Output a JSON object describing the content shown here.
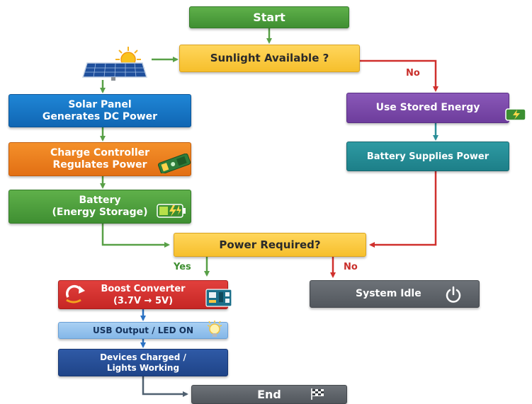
{
  "nodes": {
    "start": "Start",
    "sunlight": "Sunlight Available ?",
    "solar_panel": [
      "Solar Panel",
      "Generates DC Power"
    ],
    "charge_controller": [
      "Charge Controller",
      "Regulates Power"
    ],
    "battery": [
      "Battery",
      "(Energy Storage)"
    ],
    "use_stored": "Use Stored Energy",
    "battery_supplies": "Battery Supplies Power",
    "power_required": "Power Required?",
    "boost_converter": [
      "Boost Converter",
      "(3.7V → 5V)"
    ],
    "system_idle": "System Idle",
    "usb_output": "USB Output / LED ON",
    "devices_charged": [
      "Devices Charged /",
      "Lights Working"
    ],
    "end": "End"
  },
  "labels": {
    "sunlight_no": "No",
    "power_yes": "Yes",
    "power_no": "No"
  },
  "icons": {
    "sun": "sun-icon",
    "solar": "solar-panel-icon",
    "controller": "charge-controller-icon",
    "battery": "battery-charging-icon",
    "boost": "refresh-arrow-icon",
    "board": "circuit-board-icon",
    "power": "power-icon",
    "bulb": "light-bulb-icon",
    "flag": "checkered-flag-icon"
  },
  "colors": {
    "green": "#4a9e3c",
    "yellow": "#f8c93c",
    "blue": "#1673c4",
    "orange": "#ea7b1c",
    "purple": "#7a4aa8",
    "teal": "#258c95",
    "red": "#d33230",
    "light_blue": "#95c3ee",
    "navy": "#254f97",
    "grey": "#5f6469",
    "arrow_green": "#58a047",
    "arrow_red": "#d0302d",
    "arrow_teal": "#2b8f98",
    "arrow_blue": "#2a72c4",
    "arrow_dark": "#4f6070"
  }
}
